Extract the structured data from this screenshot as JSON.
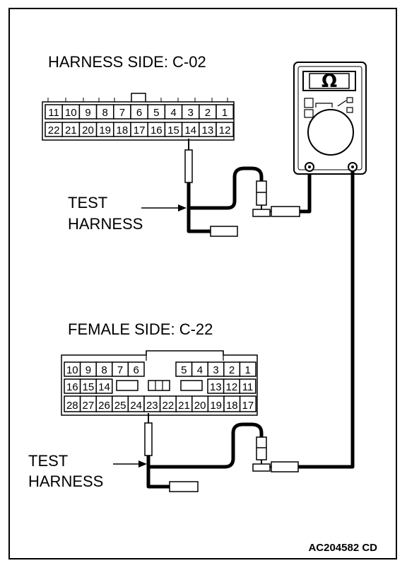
{
  "connector_top": {
    "title": "HARNESS SIDE: C-02",
    "row1": [
      "11",
      "10",
      "9",
      "8",
      "7",
      "6",
      "5",
      "4",
      "3",
      "2",
      "1"
    ],
    "row2": [
      "22",
      "21",
      "20",
      "19",
      "18",
      "17",
      "16",
      "15",
      "14",
      "13",
      "12"
    ]
  },
  "connector_bottom": {
    "title": "FEMALE SIDE: C-22",
    "row1_left": [
      "10",
      "9",
      "8",
      "7",
      "6"
    ],
    "row1_right": [
      "5",
      "4",
      "3",
      "2",
      "1"
    ],
    "row2_left": [
      "16",
      "15",
      "14"
    ],
    "row2_right": [
      "13",
      "12",
      "11"
    ],
    "row3": [
      "28",
      "27",
      "26",
      "25",
      "24",
      "23",
      "22",
      "21",
      "20",
      "19",
      "18",
      "17"
    ]
  },
  "test_harness_top": [
    "TEST",
    "HARNESS"
  ],
  "test_harness_bottom": [
    "TEST",
    "HARNESS"
  ],
  "meter": {
    "symbol": "Ω"
  },
  "figure_code": "AC204582 CD"
}
